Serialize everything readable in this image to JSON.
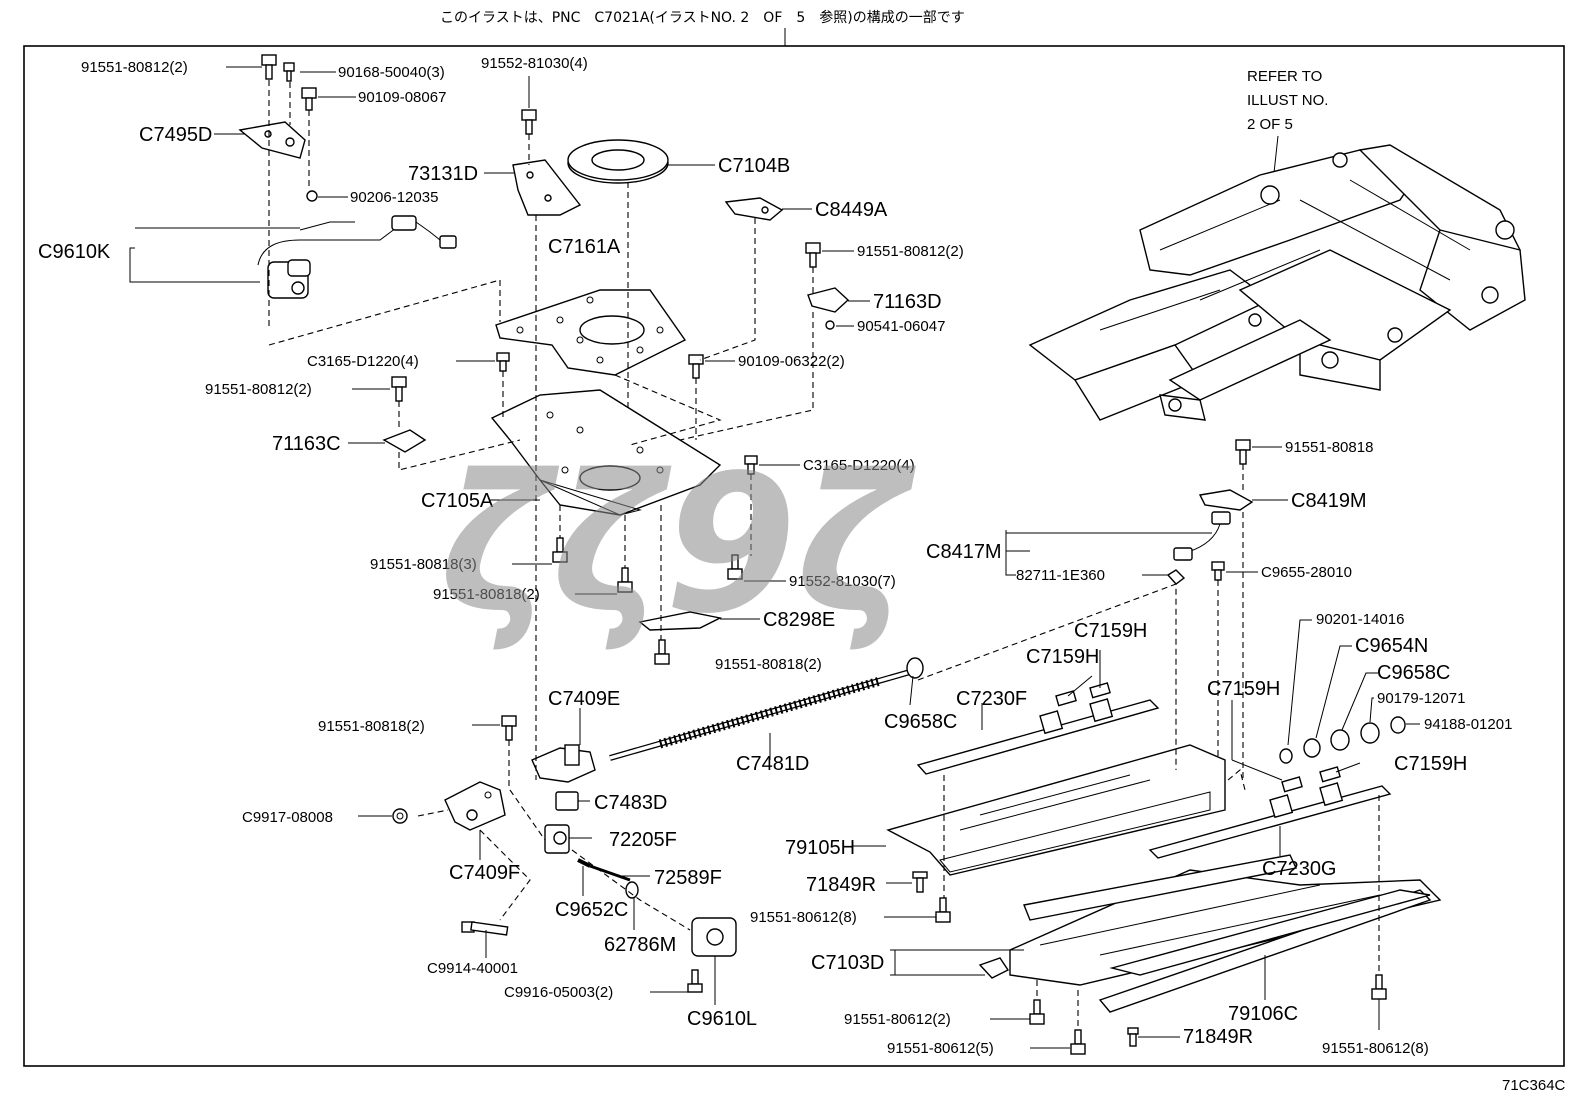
{
  "caption": "このイラストは、PNC　C7021A(イラストNO. 2　OF　5　参照)の構成の一部です",
  "refer_note": [
    "REFER TO",
    "ILLUST NO.",
    "2 OF 5"
  ],
  "figure_id": "71C364C",
  "watermark": "ζζ9ζ",
  "labels": {
    "l01": "91551-80812(2)",
    "l02": "90168-50040(3)",
    "l03": "91552-81030(4)",
    "l04": "90109-08067",
    "l05": "C7495D",
    "l06": "73131D",
    "l07": "C7104B",
    "l08": "90206-12035",
    "l09": "C8449A",
    "l10": "C9610K",
    "l11": "C7161A",
    "l12": "91551-80812(2)",
    "l13": "71163D",
    "l14": "90541-06047",
    "l15": "C3165-D1220(4)",
    "l16": "90109-06322(2)",
    "l17": "91551-80812(2)",
    "l18": "71163C",
    "l19": "C3165-D1220(4)",
    "l20": "91551-80818",
    "l21": "C7105A",
    "l22": "C8419M",
    "l23": "C8417M",
    "l24": "91551-80818(3)",
    "l25": "82711-1E360",
    "l26": "C9655-28010",
    "l27": "91551-80818(2)",
    "l28": "91552-81030(7)",
    "l29": "C8298E",
    "l30": "90201-14016",
    "l31": "C7159H",
    "l32": "C9654N",
    "l33": "C7159H",
    "l34": "91551-80818(2)",
    "l35": "C9658C",
    "l36": "C7409E",
    "l37": "C7230F",
    "l38": "C7159H",
    "l39": "90179-12071",
    "l40": "91551-80818(2)",
    "l41": "C9658C",
    "l42": "94188-01201",
    "l43": "C7481D",
    "l44": "C7159H",
    "l45": "C9917-08008",
    "l46": "C7483D",
    "l47": "72205F",
    "l48": "79105H",
    "l49": "C7230G",
    "l50": "C7409F",
    "l51": "72589F",
    "l52": "71849R",
    "l53": "C9652C",
    "l54": "91551-80612(8)",
    "l55": "62786M",
    "l56": "C9914-40001",
    "l57": "C7103D",
    "l58": "C9916-05003(2)",
    "l59": "C9610L",
    "l60": "91551-80612(2)",
    "l61": "79106C",
    "l62": "91551-80612(5)",
    "l63": "71849R",
    "l64": "91551-80612(8)"
  }
}
